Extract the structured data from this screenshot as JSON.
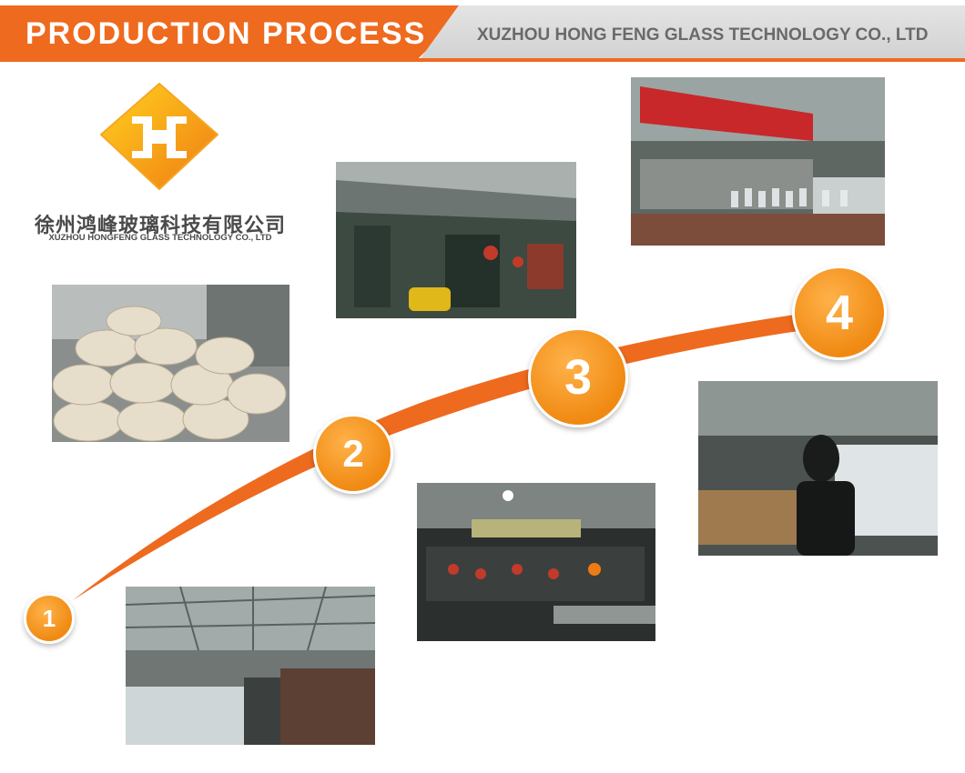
{
  "header": {
    "title": "PRODUCTION PROCESS",
    "company": "XUZHOU HONG FENG GLASS TECHNOLOGY CO., LTD"
  },
  "logo": {
    "chinese_name": "徐州鸿峰玻璃科技有限公司",
    "english_name": "XUZHOU HONGFENG GLASS TECHNOLOGY CO., LTD"
  },
  "steps": [
    {
      "number": "1"
    },
    {
      "number": "2"
    },
    {
      "number": "3"
    },
    {
      "number": "4"
    }
  ],
  "photos": [
    {
      "name": "raw-material-sacks-photo"
    },
    {
      "name": "glass-forming-machine-photo"
    },
    {
      "name": "annealing-oven-photo"
    },
    {
      "name": "bottle-making-machine-line-photo"
    },
    {
      "name": "quality-inspection-photo"
    },
    {
      "name": "factory-conveyor-photo"
    }
  ],
  "colors": {
    "accent": "#ee6a1f",
    "step_circle": "#f59a23",
    "header_grey": "#dcdcdc"
  }
}
